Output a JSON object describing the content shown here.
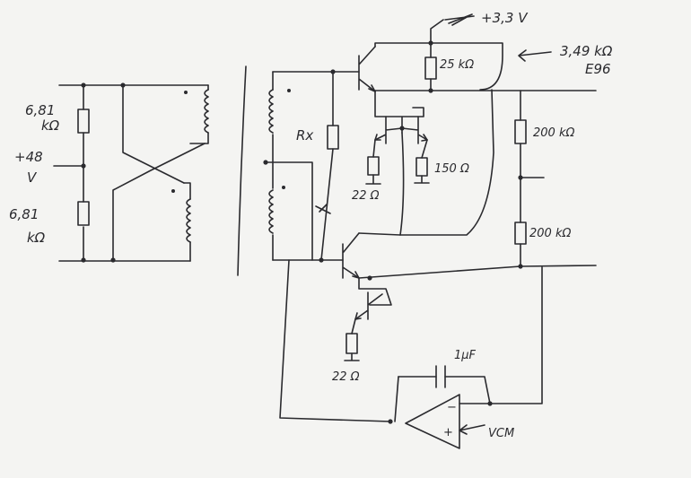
{
  "left_network": {
    "r_top_value": "6,81",
    "r_top_unit": "kΩ",
    "supply_value": "+48",
    "supply_unit": "V",
    "r_bottom_value": "6,81",
    "r_bottom_unit": "kΩ"
  },
  "right_circuit": {
    "supply_label": "+3,3 V",
    "r_sense_top": "25 kΩ",
    "annotation_value": "3,49 kΩ",
    "annotation_series": "E96",
    "rx_label": "Rx",
    "r_divider_top": "200 kΩ",
    "r_divider_bottom": "200 kΩ",
    "r_emitter_1": "22 Ω",
    "r_emitter_2": "150 Ω",
    "r_emitter_3": "22 Ω",
    "capacitor_label": "1µF",
    "opamp_minus": "−",
    "opamp_plus": "+",
    "vcm_label": "VCM"
  }
}
